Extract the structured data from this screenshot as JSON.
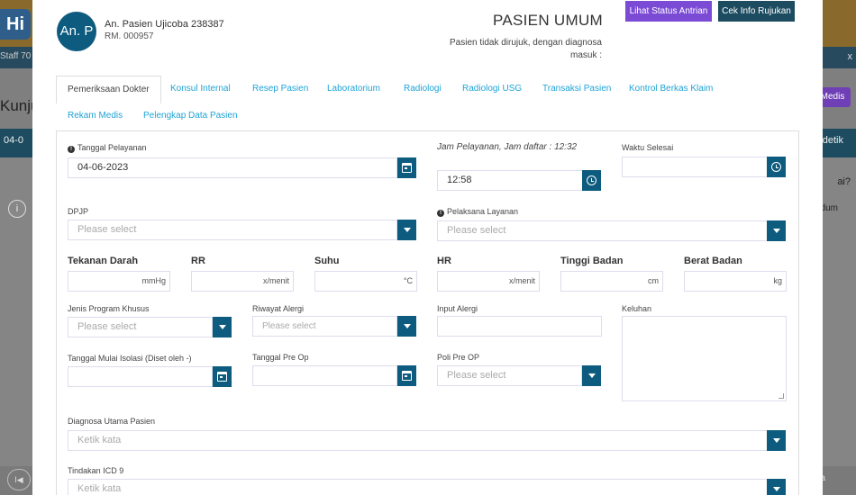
{
  "background": {
    "logo": "Hi",
    "staff_text": "Staff 70",
    "close_x": "x",
    "page_title": "Kunju",
    "date_value": "04-0",
    "detik": "detik",
    "medis_button": "Medis",
    "ai_text": "ai?",
    "dum_text": "dum",
    "prev_button": "I◀",
    "a_text": "a"
  },
  "patient": {
    "initials": "An. P",
    "name": "An. Pasien Ujicoba 238387",
    "rm": "RM. 000957",
    "type": "PASIEN UMUM",
    "note": "Pasien tidak dirujuk, dengan diagnosa masuk :"
  },
  "buttons": {
    "status_antrian": "Lihat Status Antrian",
    "info_rujukan": "Cek Info Rujukan"
  },
  "tabs": [
    {
      "label": "Pemeriksaan Dokter",
      "active": true
    },
    {
      "label": "Konsul Internal"
    },
    {
      "label": "Resep Pasien"
    },
    {
      "label": "Laboratorium"
    },
    {
      "label": "Radiologi"
    },
    {
      "label": "Radiologi USG"
    },
    {
      "label": "Transaksi Pasien"
    },
    {
      "label": "Kontrol Berkas Klaim"
    },
    {
      "label": "Rekam Medis"
    },
    {
      "label": "Pelengkap Data Pasien"
    }
  ],
  "form": {
    "tanggal_pelayanan": {
      "label": "Tanggal Pelayanan",
      "value": "04-06-2023"
    },
    "jam_pelayanan": {
      "label": "Jam Pelayanan, Jam daftar : 12:32",
      "value": "12:58"
    },
    "waktu_selesai": {
      "label": "Waktu Selesai",
      "value": ""
    },
    "dpjp": {
      "label": "DPJP",
      "placeholder": "Please select"
    },
    "pelaksana": {
      "label": "Pelaksana Layanan",
      "placeholder": "Please select"
    },
    "vitals": [
      {
        "label": "Tekanan Darah",
        "unit": "mmHg"
      },
      {
        "label": "RR",
        "unit": "x/menit"
      },
      {
        "label": "Suhu",
        "unit": "°C"
      },
      {
        "label": "HR",
        "unit": "x/menit"
      },
      {
        "label": "Tinggi Badan",
        "unit": "cm"
      },
      {
        "label": "Berat Badan",
        "unit": "kg"
      }
    ],
    "jenis_program": {
      "label": "Jenis Program Khusus",
      "placeholder": "Please select"
    },
    "riwayat_alergi": {
      "label": "Riwayat Alergi",
      "placeholder": "Please select"
    },
    "input_alergi": {
      "label": "Input Alergi",
      "value": ""
    },
    "keluhan": {
      "label": "Keluhan",
      "value": ""
    },
    "tanggal_isolasi": {
      "label": "Tanggal Mulai Isolasi (Diset oleh -)",
      "value": ""
    },
    "tanggal_pre_op": {
      "label": "Tanggal Pre Op",
      "value": ""
    },
    "poli_pre_op": {
      "label": "Poli Pre OP",
      "placeholder": "Please select"
    },
    "diagnosa": {
      "label": "Diagnosa Utama Pasien",
      "placeholder": "Ketik kata"
    },
    "tindakan": {
      "label": "Tindakan ICD 9",
      "placeholder": "Ketik kata"
    }
  }
}
